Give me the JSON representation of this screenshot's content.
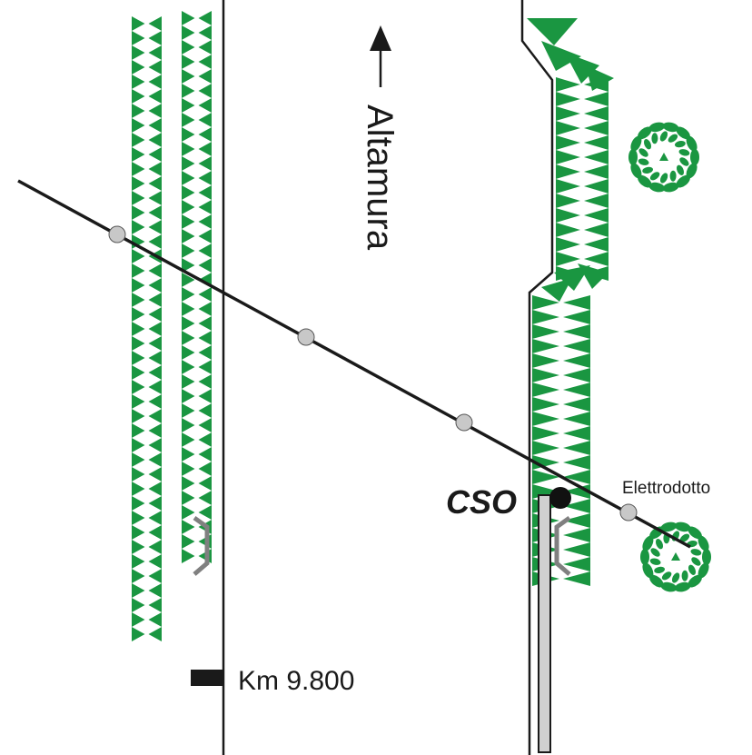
{
  "map": {
    "direction_label": "Altamura",
    "cso_label": "CSO",
    "power_line_label": "Elettrodotto",
    "km_label": "Km 9.800"
  },
  "colors": {
    "vegetation": "#1a9641",
    "lines": "#1a1a1a",
    "pylon": "#c8c8c8",
    "guardrail": "#808080",
    "pipe": "#d0d0d0"
  },
  "icons": [
    "north-arrow-icon",
    "tree-icon",
    "pylon-icon",
    "cso-marker-icon",
    "km-marker-icon",
    "guardrail-icon"
  ]
}
